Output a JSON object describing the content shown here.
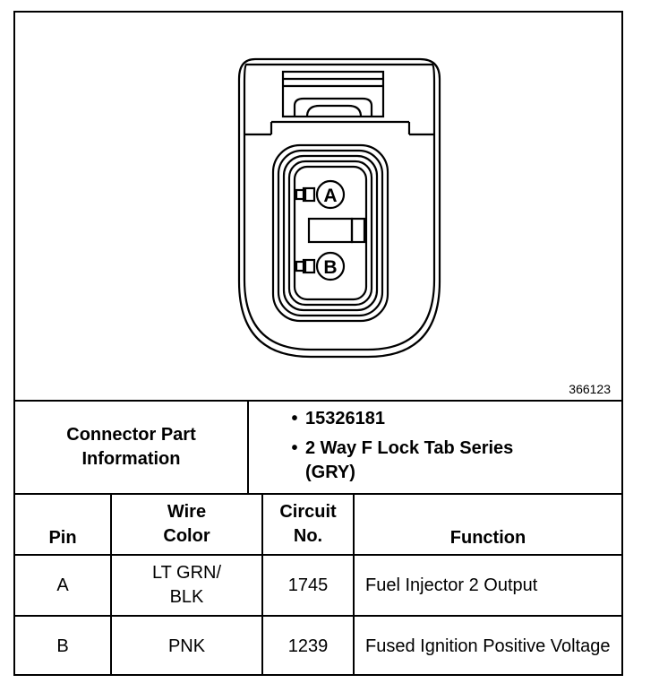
{
  "figure_id": "366123",
  "connector": {
    "info_label": "Connector Part Information",
    "items": [
      "15326181",
      "2 Way F Lock Tab Series (GRY)"
    ],
    "pin_labels": [
      "A",
      "B"
    ]
  },
  "table": {
    "headers": {
      "pin": "Pin",
      "wire_color": "Wire Color",
      "circuit": "Circuit No.",
      "function": "Function"
    },
    "rows": [
      {
        "pin": "A",
        "wire_color": "LT GRN/ BLK",
        "circuit": "1745",
        "function": "Fuel Injector 2 Output"
      },
      {
        "pin": "B",
        "wire_color": "PNK",
        "circuit": "1239",
        "function": "Fused Ignition Positive Voltage"
      }
    ]
  }
}
